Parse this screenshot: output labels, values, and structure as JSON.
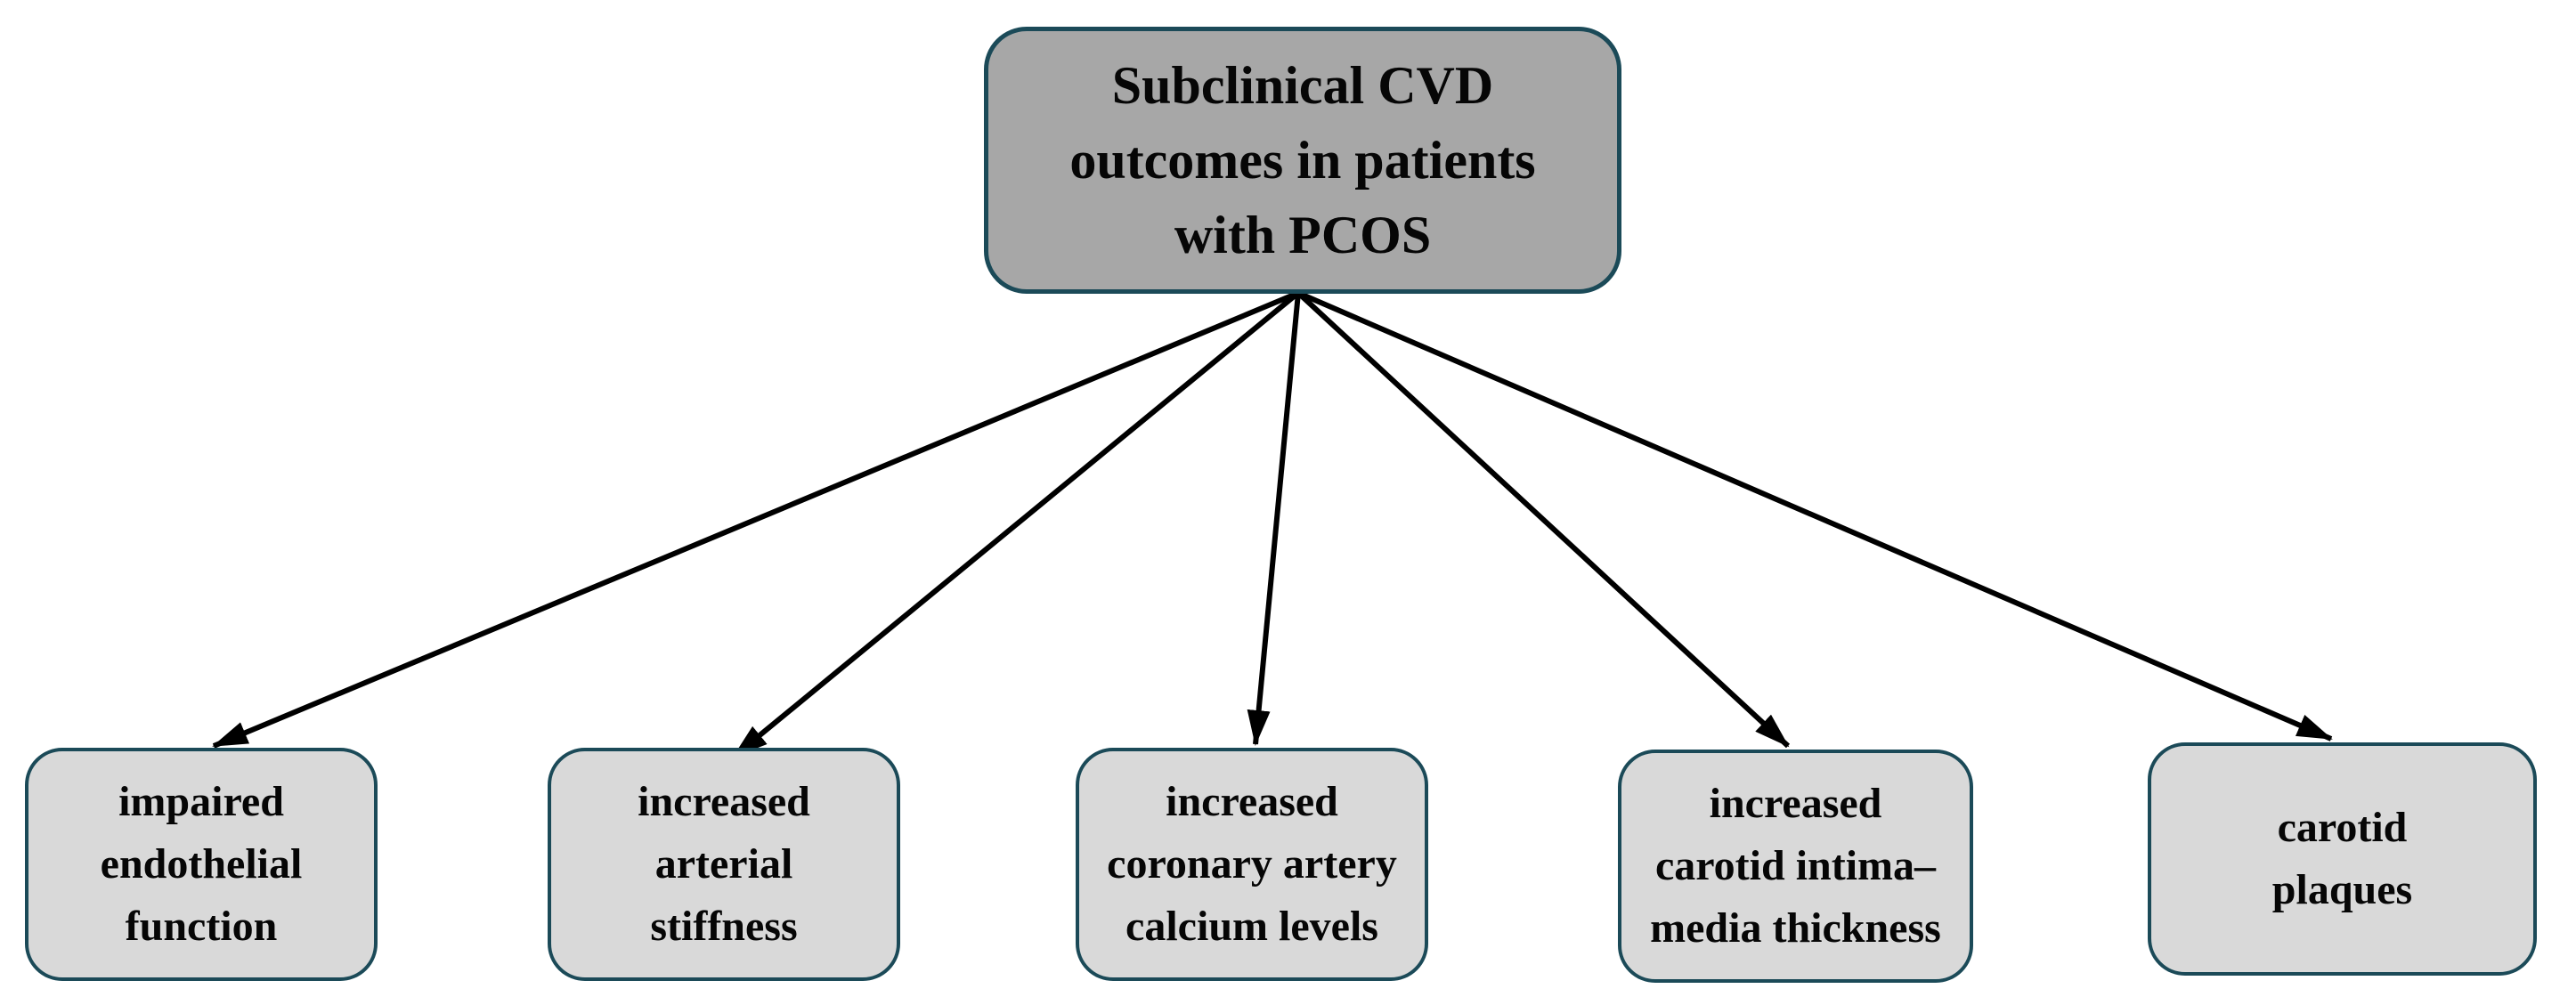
{
  "figure": {
    "title": "Subclinical CVD outcomes flow diagram",
    "root_node": {
      "id": "root",
      "label": "Subclinical CVD\noutcomes in patients\nwith PCOS"
    },
    "child_nodes": [
      {
        "id": "impaired-endothelial-function",
        "label": "impaired\nendothelial\nfunction"
      },
      {
        "id": "increased-arterial-stiffness",
        "label": "increased\narterial\nstiffness"
      },
      {
        "id": "increased-coronary-artery-calcium-levels",
        "label": "increased\ncoronary artery\ncalcium levels"
      },
      {
        "id": "increased-carotid-intima-media-thickness",
        "label": "increased\ncarotid intima–\nmedia thickness"
      },
      {
        "id": "carotid-plaques",
        "label": "carotid\nplaques"
      }
    ],
    "edges": [
      {
        "from": "root",
        "to": "impaired-endothelial-function"
      },
      {
        "from": "root",
        "to": "increased-arterial-stiffness"
      },
      {
        "from": "root",
        "to": "increased-coronary-artery-calcium-levels"
      },
      {
        "from": "root",
        "to": "increased-carotid-intima-media-thickness"
      },
      {
        "from": "root",
        "to": "carotid-plaques"
      }
    ],
    "colors": {
      "background": "#ffffff",
      "root_fill": "#a7a7a7",
      "child_fill": "#d9d9d9",
      "node_border": "#1b4a58",
      "arrow": "#000000",
      "text": "#060606"
    }
  }
}
